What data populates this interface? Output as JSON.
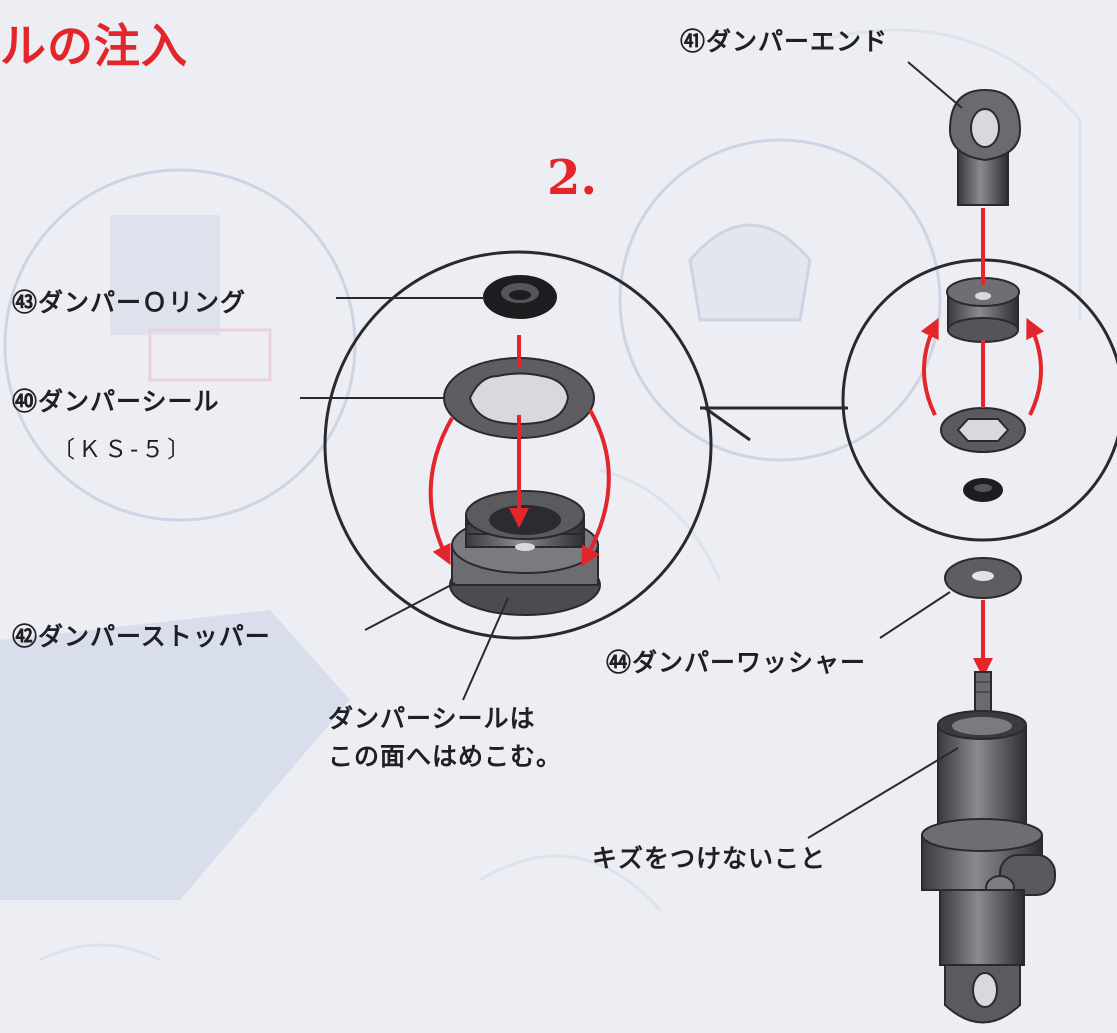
{
  "page": {
    "title": "ルの注入",
    "step": "2."
  },
  "labels": {
    "damper_end": "㊶ダンパーエンド",
    "damper_o_ring": "㊸ダンパーＯリング",
    "damper_seal": "㊵ダンパーシール",
    "damper_seal_code": "〔ＫＳ-５〕",
    "damper_stopper": "㊷ダンパーストッパー",
    "damper_washer": "㊹ダンパーワッシャー"
  },
  "notes": {
    "seal_fit_line1": "ダンパーシールは",
    "seal_fit_line2": "この面へはめこむ。",
    "no_scratch": "キズをつけないこと"
  },
  "colors": {
    "accent_red": "#e3262b",
    "part_gray": "#5a5a5e",
    "line": "#2a2a2e",
    "background": "#eceef4"
  }
}
